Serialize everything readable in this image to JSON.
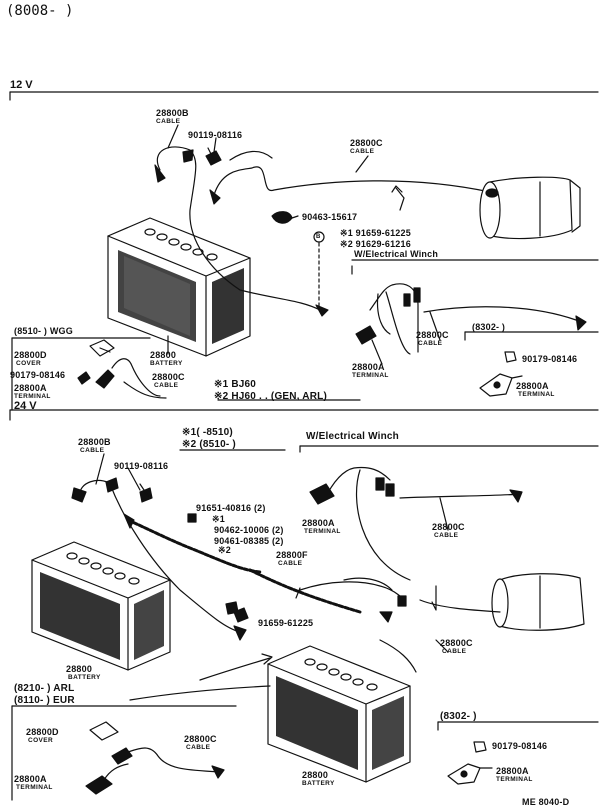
{
  "header": {
    "code": "(8008-       )"
  },
  "footer": {
    "code": "ME  8040-D"
  },
  "section_12v": {
    "voltage": "12 V",
    "cable_b_num": "28800B",
    "cable_b_name": "CABLE",
    "bolt_top": "90119-08116",
    "cable_c_num": "28800C",
    "cable_c_name": "CABLE",
    "clamp": "90463-15617",
    "b_mark": "B",
    "alt1": "※1 91659-61225",
    "alt2": "※2 91629-61216",
    "winch_title": "W/Electrical Winch",
    "winch_cable_num": "28800C",
    "winch_cable_name": "CABLE",
    "winch_term_num": "28800A",
    "winch_term_name": "TERMINAL",
    "range_8302": "(8302-         )",
    "nut_8302": "90179-08146",
    "term_8302_num": "28800A",
    "term_8302_name": "TERMINAL",
    "wgg_range": "(8510-        ) WGG",
    "cover_num": "28800D",
    "cover_name": "COVER",
    "nut_wgg": "90179-08146",
    "term_wgg_num": "28800A",
    "term_wgg_name": "TERMINAL",
    "battery_num": "28800",
    "battery_name": "BATTERY",
    "cable_wgg_num": "28800C",
    "cable_wgg_name": "CABLE",
    "note1": "※1 BJ60",
    "note2": "※2 HJ60 . . (GEN, ARL)"
  },
  "section_24v": {
    "voltage": "24 V",
    "range1": "※1(        -8510)",
    "range2": "※2 (8510-          )",
    "winch_title": "W/Electrical Winch",
    "cable_b_num": "28800B",
    "cable_b_name": "CABLE",
    "bolt": "90119-08116",
    "bolt2": "91651-40816 (2)",
    "star1": "※1",
    "p1": "90462-10006 (2)",
    "p2": "90461-08385 (2)",
    "star2": "※2",
    "term_num": "28800A",
    "term_name": "TERMINAL",
    "cable_c_num": "28800C",
    "cable_c_name": "CABLE",
    "cable_f_num": "28800F",
    "cable_f_name": "CABLE",
    "bolt3": "91659-61225",
    "cable_c2_num": "28800C",
    "cable_c2_name": "CABLE",
    "battery_num": "28800",
    "battery_name": "BATTERY",
    "arl_range": "(8210-        ) ARL",
    "eur_range": "(8110-        ) EUR",
    "cover_num": "28800D",
    "cover_name": "COVER",
    "cable_eur_num": "28800C",
    "cable_eur_name": "CABLE",
    "term_eur_num": "28800A",
    "term_eur_name": "TERMINAL",
    "range_8302": "(8302-         )",
    "nut_8302": "90179-08146",
    "term_8302_num": "28800A",
    "term_8302_name": "TERMINAL",
    "battery2_num": "28800",
    "battery2_name": "BATTERY"
  }
}
